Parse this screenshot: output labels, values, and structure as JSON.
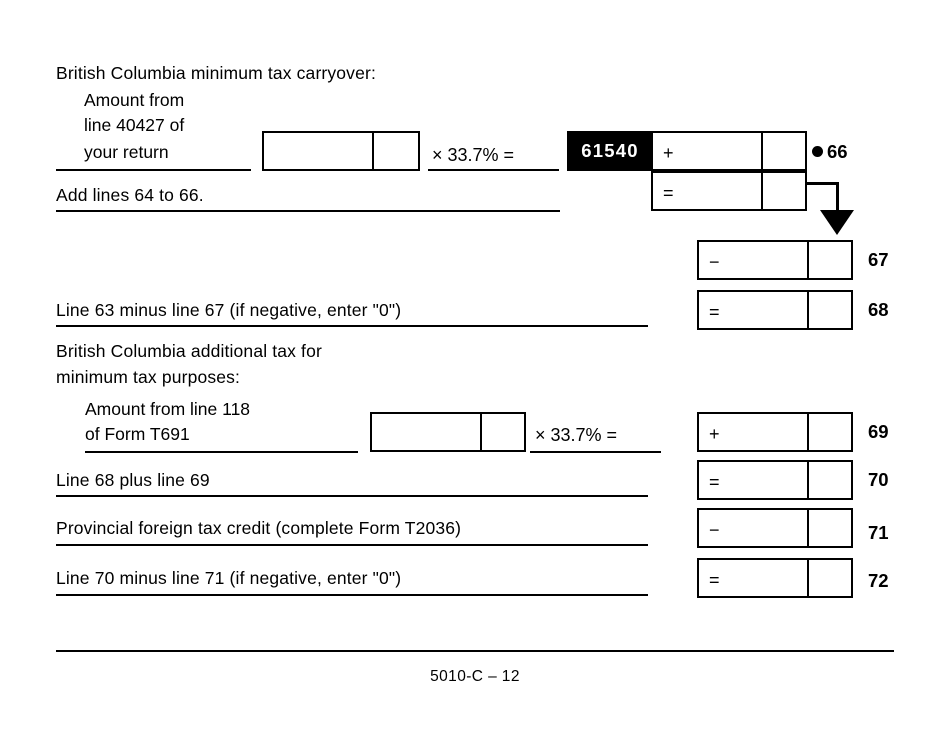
{
  "form": {
    "footer_label": "5010-C – 12"
  },
  "sections": {
    "carryover": {
      "heading": "British Columbia minimum tax carryover:",
      "sub_line1": "Amount from",
      "sub_line2": "line 40427 of",
      "sub_line3": "your return",
      "multiplier": "× 33.7% =",
      "field_code": "61540",
      "plus_symbol": "+",
      "equals_symbol": "=",
      "line_number": "66",
      "add_lines_label": "Add lines 64 to 66."
    },
    "line67": {
      "minus_symbol": "−",
      "line_number": "67"
    },
    "line68": {
      "label": "Line 63 minus line 67 (if negative, enter \"0\")",
      "equals_symbol": "=",
      "line_number": "68"
    },
    "additional_tax": {
      "heading_line1": "British Columbia additional tax for",
      "heading_line2": "minimum tax purposes:",
      "sub_line1": "Amount from line 118",
      "sub_line2": "of Form T691",
      "multiplier": "× 33.7% =",
      "plus_symbol": "+",
      "line_number": "69"
    },
    "line70": {
      "label": "Line 68 plus line 69",
      "equals_symbol": "=",
      "line_number": "70"
    },
    "line71": {
      "label": "Provincial foreign tax credit (complete Form T2036)",
      "minus_symbol": "−",
      "line_number": "71"
    },
    "line72": {
      "label": "Line 70 minus line 71 (if negative, enter \"0\")",
      "equals_symbol": "=",
      "line_number": "72"
    }
  },
  "colors": {
    "ink": "#000000",
    "paper": "#ffffff",
    "field_code_bg": "#000000",
    "field_code_fg": "#ffffff"
  }
}
